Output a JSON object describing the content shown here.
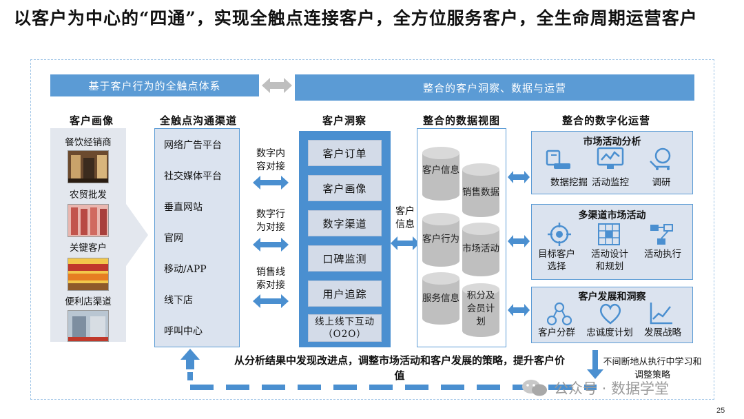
{
  "title": "以客户为中心的“四通”，实现全触点连接客户，全方位服务客户，全生命周期运营客户",
  "top_bar_left": "基于客户行为的全触点体系",
  "top_bar_right": "整合的客户洞察、数据与运营",
  "columns": {
    "portrait": {
      "heading": "客户画像",
      "items": [
        "餐饮经销商",
        "农贸批发",
        "关键客户",
        "便利店渠道"
      ]
    },
    "channels": {
      "heading": "全触点沟通渠道",
      "items": [
        "网络广告平台",
        "社交媒体平台",
        "垂直网站",
        "官网",
        "移动/APP",
        "线下店",
        "呼叫中心"
      ]
    },
    "insight": {
      "heading": "客户洞察",
      "items": [
        "客户订单",
        "客户画像",
        "数字渠道",
        "口碑监测",
        "用户追踪",
        "线上线下互动（O2O）"
      ]
    },
    "dataview": {
      "heading": "整合的数据视图",
      "cylinders": [
        "客户信息",
        "销售数据",
        "客户行为",
        "市场活动",
        "服务信息",
        "积分及会员计划"
      ]
    },
    "ops": {
      "heading": "整合的数字化运营",
      "groups": [
        {
          "title": "市场活动分析",
          "items": [
            "数据挖掘",
            "活动监控",
            "调研"
          ]
        },
        {
          "title": "多渠道市场活动",
          "items": [
            "目标客户选择",
            "活动设计和规划",
            "活动执行"
          ]
        },
        {
          "title": "客户发展和洞察",
          "items": [
            "客户分群",
            "忠诚度计划",
            "发展战略"
          ]
        }
      ]
    }
  },
  "connectors": [
    "数字内容对接",
    "数字行为对接",
    "销售线索对接"
  ],
  "customer_info_label": "客户信息",
  "footer_text": "从分析结果中发现改进点，调整市场活动和客户发展的策略，提升客户价值",
  "right_note": "不间断地从执行中学习和调整策略",
  "watermark": "公众号 · 数据学堂",
  "page_number": "25",
  "colors": {
    "accent": "#5b9bd5",
    "panel": "#dbe3ef",
    "column": "#4a8fd0"
  }
}
